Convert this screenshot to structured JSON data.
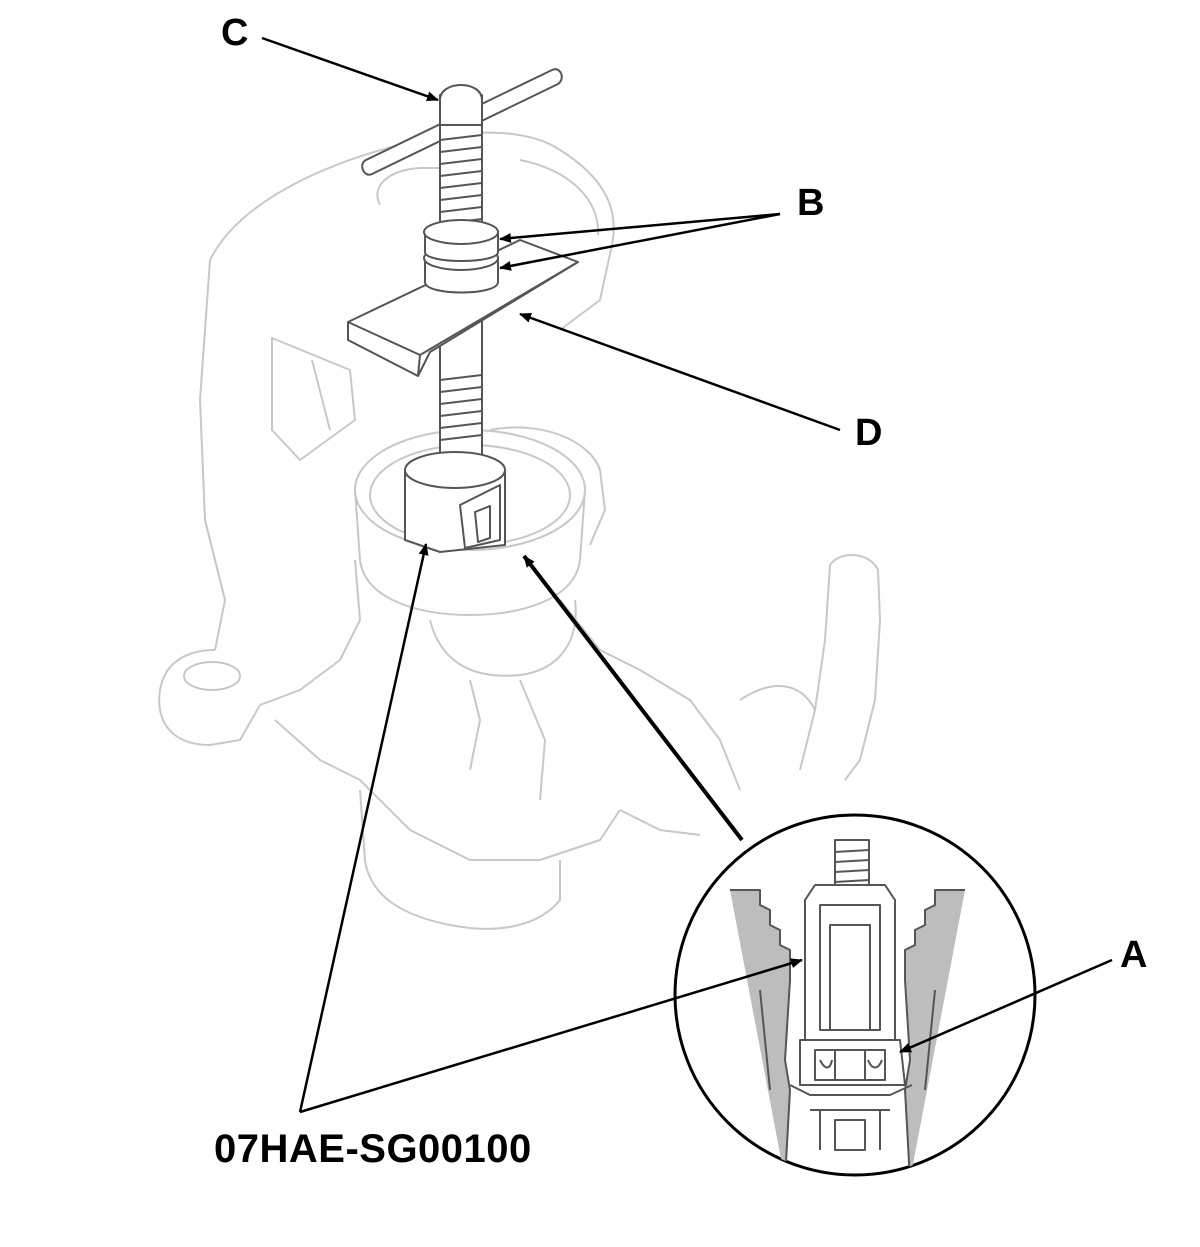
{
  "callouts": {
    "a": "A",
    "b": "B",
    "c": "C",
    "d": "D",
    "part_number": "07HAE-SG00100"
  },
  "colors": {
    "ink": "#000000",
    "ghost_line": "#c8c8c8",
    "tool_fill": "#ffffff",
    "background": "#ffffff"
  }
}
